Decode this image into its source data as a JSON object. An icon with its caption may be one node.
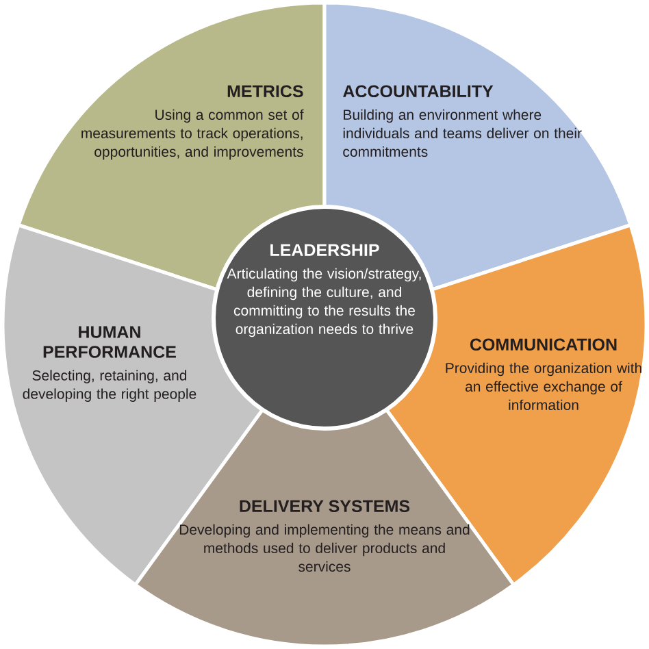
{
  "diagram": {
    "nodes": [
      {
        "text": [
          "METRICS",
          "Using a common set of measurements to track operations, opportunities, and improvements"
        ]
      },
      {
        "text": [
          "ACCOUNTABILITY",
          "Building an environment where individuals and teams deliver on their commitments"
        ]
      },
      {
        "text": [
          "LEADERSHIP",
          "Articulating the vision/strategy, defining the culture, and committing to the results the organization needs to thrive"
        ]
      },
      {
        "text": [
          "HUMAN PERFORMANCE",
          "Selecting, retaining, and developing the right people"
        ]
      },
      {
        "text": [
          "COMMUNICATION",
          "Providing the organization with an effective exchange of information"
        ]
      },
      {
        "text": [
          "DELIVERY SYSTEMS",
          "Developing and implementing the means and methods used to deliver products and services"
        ]
      }
    ]
  }
}
